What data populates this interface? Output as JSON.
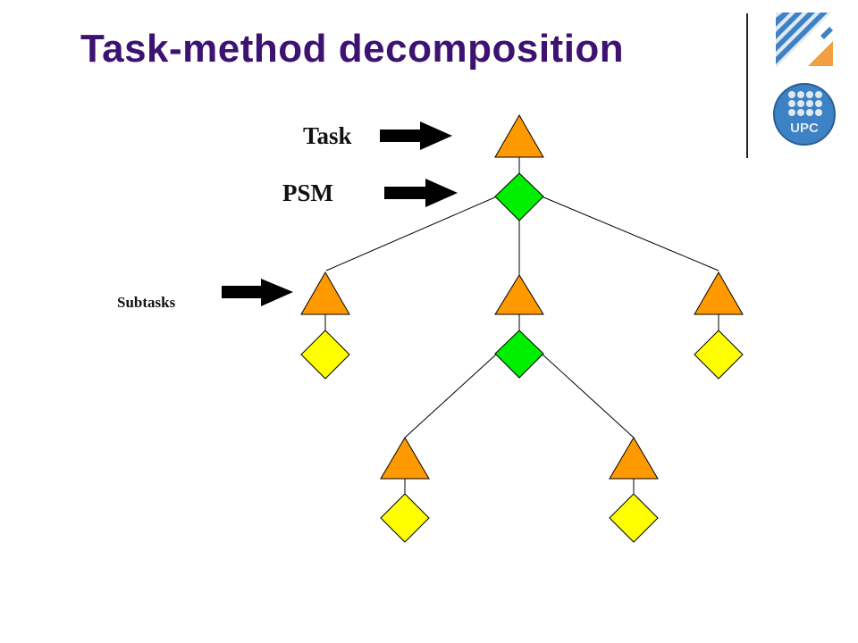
{
  "slide": {
    "title": "Task-method decomposition"
  },
  "labels": {
    "task": "Task",
    "psm": "PSM",
    "subtasks": "Subtasks"
  },
  "logo": {
    "text": "UPC"
  },
  "colors": {
    "title": "#3d1270",
    "task_node": "#ff9900",
    "psm_node": "#00ee00",
    "leaf_method": "#ffff00",
    "logo_blue": "#3c82c4",
    "logo_orange": "#f0a040"
  }
}
